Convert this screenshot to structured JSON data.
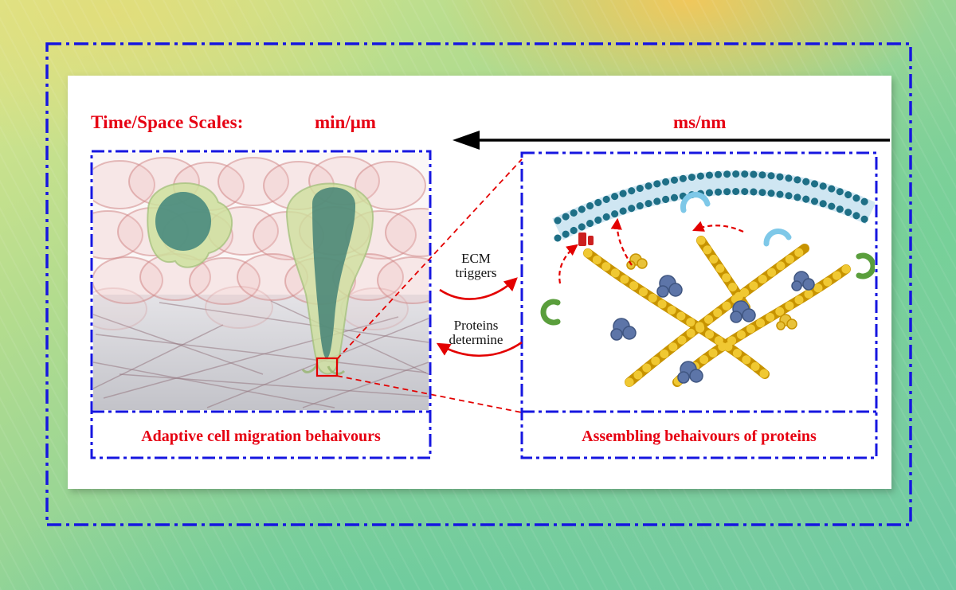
{
  "figure": {
    "timeline": {
      "title": "Time/Space Scales:",
      "left_scale": "min/μm",
      "right_scale": "ms/nm"
    },
    "left_panel": {
      "caption": "Adaptive cell migration behaivours"
    },
    "right_panel": {
      "caption": "Assembling behaivours of proteins"
    },
    "middle": {
      "top_label_line1": "ECM",
      "top_label_line2": "triggers",
      "bottom_label_line1": "Proteins",
      "bottom_label_line2": "determine"
    },
    "colors": {
      "accent_red": "#e60012",
      "frame_blue": "#1616e0",
      "arrow_black": "#000000",
      "actin_yellow": "#d9a800",
      "membrane_teal": "#1e6f86",
      "cell_green": "#c4d9a0",
      "nucleus_teal": "#41857b"
    }
  }
}
